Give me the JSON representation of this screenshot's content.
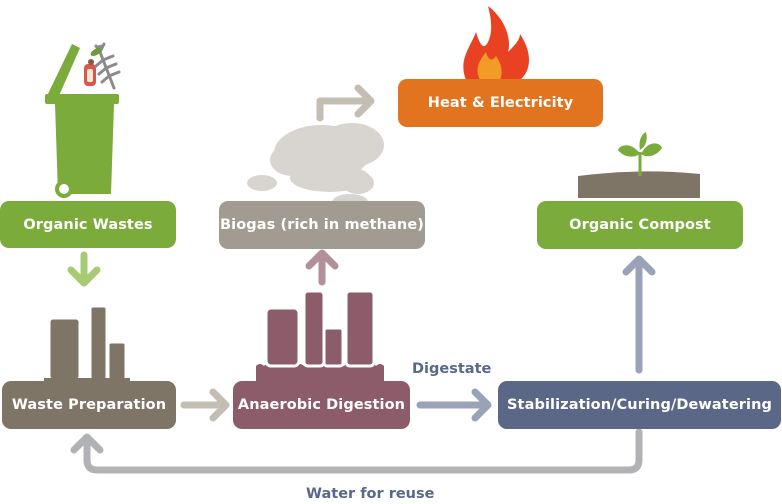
{
  "nodes": {
    "organic_wastes": "Organic Wastes",
    "waste_preparation": "Waste Preparation",
    "anaerobic_digestion": "Anaerobic Digestion",
    "biogas": "Biogas (rich in methane)",
    "heat_electricity": "Heat & Electricity",
    "organic_compost": "Organic Compost",
    "stabilization": "Stabilization/Curing/Dewatering"
  },
  "edge_labels": {
    "digestate": "Digestate",
    "water_for_reuse": "Water for reuse"
  },
  "colors": {
    "green": "#7aab3b",
    "taupe": "#7e7567",
    "mauve": "#8d5c6b",
    "biogas": "#a29b92",
    "orange": "#e2741f",
    "slate": "#5b6787",
    "arrow_gray": "#b1b2b5",
    "arrow_light_green": "#a6cb74",
    "arrow_slate": "#9aa2b8",
    "arrow_mauve": "#b28f99",
    "arrow_taupe": "#c4bdb3",
    "cloud": "#d8d5d0",
    "flame_red": "#e84222",
    "flame_orange": "#f39b27",
    "label_slate": "#59688a"
  }
}
